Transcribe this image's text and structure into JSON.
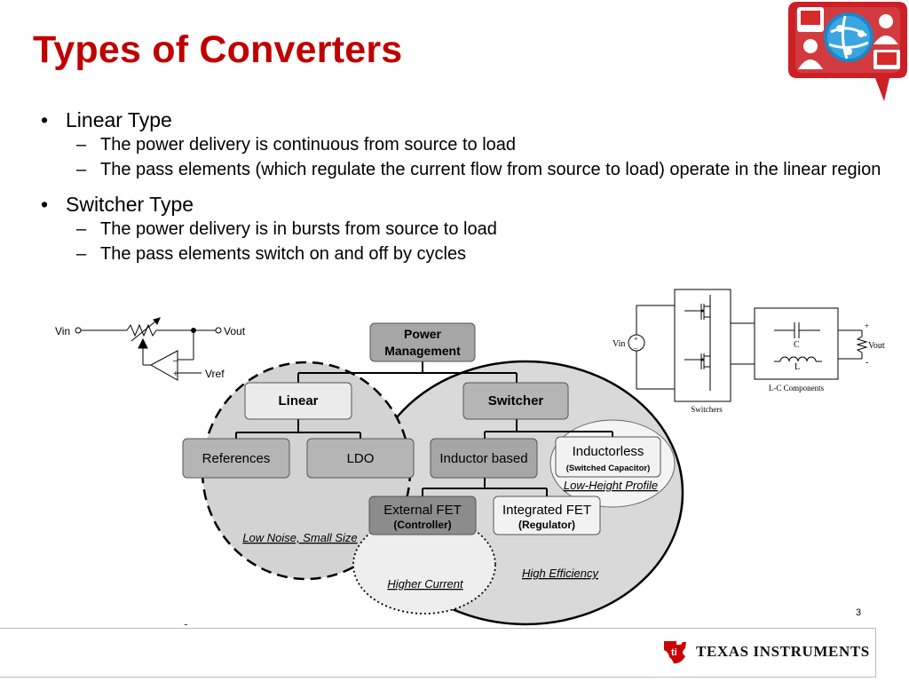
{
  "slide": {
    "title": "Types of Converters",
    "page_number": "3",
    "footer_dash": "-",
    "brand": "Texas Instruments",
    "brand_display": "TEXAS INSTRUMENTS"
  },
  "bullets": [
    {
      "text": "Linear Type",
      "marker": "•",
      "subs": [
        {
          "marker": "–",
          "text": "The power delivery is continuous from source to load"
        },
        {
          "marker": "–",
          "text": "The pass elements (which regulate the current flow from source to load) operate in the linear region"
        }
      ]
    },
    {
      "text": "Switcher Type",
      "marker": "•",
      "subs": [
        {
          "marker": "–",
          "text": "The power delivery is in bursts from source to load"
        },
        {
          "marker": "–",
          "text": "The pass elements switch on and off by cycles"
        }
      ]
    }
  ],
  "linear_circuit": {
    "vin": "Vin",
    "vout": "Vout",
    "vref": "Vref",
    "minus": "–",
    "plus": "+"
  },
  "switcher_circuit": {
    "vin": "Vin",
    "vout": "Vout",
    "c": "C",
    "l": "L",
    "switchers": "Switchers",
    "lc_components": "L-C Components",
    "plus": "+",
    "minus": "-",
    "src_plus": "+",
    "src_minus": "–"
  },
  "tree": {
    "root_line1": "Power",
    "root_line2": "Management",
    "linear": "Linear",
    "switcher": "Switcher",
    "references": "References",
    "ldo": "LDO",
    "inductor_based": "Inductor based",
    "inductorless": "Inductorless",
    "inductorless_sub": "(Switched Capacitor)",
    "external_fet": "External FET",
    "external_fet_sub": "(Controller)",
    "integrated_fet": "Integrated FET",
    "integrated_fet_sub": "(Regulator)",
    "low_height": "Low-Height Profile",
    "low_noise": "Low Noise, Small Size",
    "higher_current": "Higher Current",
    "high_efficiency": "High Efficiency"
  }
}
